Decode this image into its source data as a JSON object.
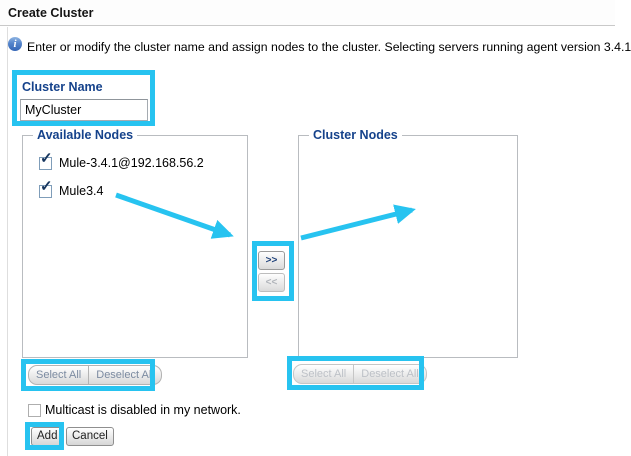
{
  "page": {
    "title": "Create Cluster",
    "info_text": "Enter or modify the cluster name and assign nodes to the cluster. Selecting servers running agent version 3.4.1"
  },
  "form": {
    "cluster_name": {
      "label": "Cluster Name",
      "value": "MyCluster"
    },
    "available_nodes": {
      "legend": "Available Nodes",
      "items": [
        {
          "label": "Mule-3.4.1@192.168.56.2",
          "checked": true
        },
        {
          "label": "Mule3.4",
          "checked": true
        }
      ],
      "select_all_label": "Select All",
      "deselect_all_label": "Deselect All"
    },
    "cluster_nodes": {
      "legend": "Cluster Nodes",
      "items": [],
      "select_all_label": "Select All",
      "deselect_all_label": "Deselect All",
      "buttons_disabled": true
    },
    "transfer": {
      "move_right_label": ">>",
      "move_left_label": "<<"
    },
    "multicast": {
      "label": "Multicast is disabled in my network.",
      "checked": false
    },
    "actions": {
      "add_label": "Add",
      "cancel_label": "Cancel"
    }
  },
  "icons": {
    "check_glyph": "✓",
    "info_glyph": "i"
  },
  "annotations": {
    "highlight_color": "#27c3f0"
  }
}
